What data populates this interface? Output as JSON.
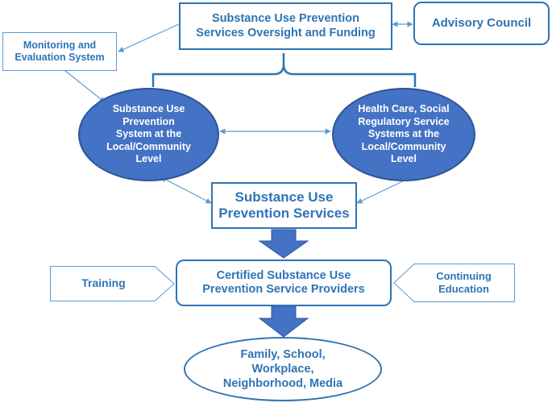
{
  "nodes": {
    "oversight": "Substance Use Prevention\nServices Oversight and Funding",
    "advisory": "Advisory Council",
    "monitoring": "Monitoring and\nEvaluation System",
    "local_system": "Substance Use\nPrevention\nSystem at the\nLocal/Community\nLevel",
    "health_systems": "Health Care, Social\nRegulatory Service\nSystems at the\nLocal/Community\nLevel",
    "services": "Substance Use\nPrevention Services",
    "providers": "Certified Substance Use\nPrevention Service Providers",
    "training": "Training",
    "continuing_education": "Continuing\nEducation",
    "settings": "Family, School,\nWorkplace,\nNeighborhood, Media"
  },
  "colors": {
    "primary": "#2e74b5",
    "fill": "#4472c4",
    "fill_border": "#2f5597",
    "arrow_fill": "#4472c4"
  }
}
